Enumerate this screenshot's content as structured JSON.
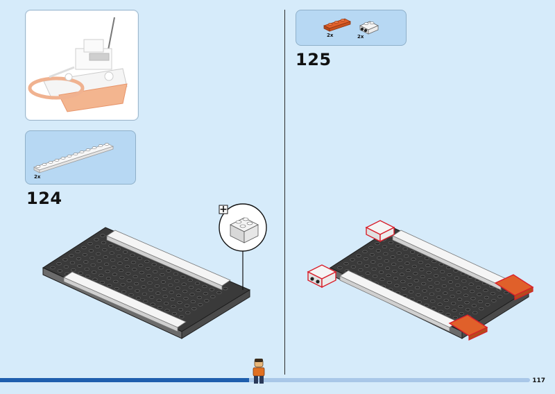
{
  "page": {
    "number": "117"
  },
  "progress": {
    "fraction": 0.47
  },
  "steps": [
    {
      "number": "124",
      "parts": [
        {
          "qty": "2x",
          "part": "white-plate-1x12"
        }
      ]
    },
    {
      "number": "125",
      "parts": [
        {
          "qty": "2x",
          "part": "orange-plate-1x3"
        },
        {
          "qty": "2x",
          "part": "white-brick-modified-2x2"
        }
      ]
    }
  ],
  "colors": {
    "background": "#d6ebfa",
    "panel_blue": "#b7d8f3",
    "progress": "#1f5fae",
    "dark_plate": "#3a3a3a",
    "white_plate": "#f4f4f4",
    "orange_plate": "#e0602a",
    "highlight": "#d81e2a"
  },
  "icons": {
    "context_thumbnail": "coast-guard-boat-illustration",
    "subassembly_callout": "plus-brick-icon",
    "minifig": "builder-minifigure-icon"
  }
}
